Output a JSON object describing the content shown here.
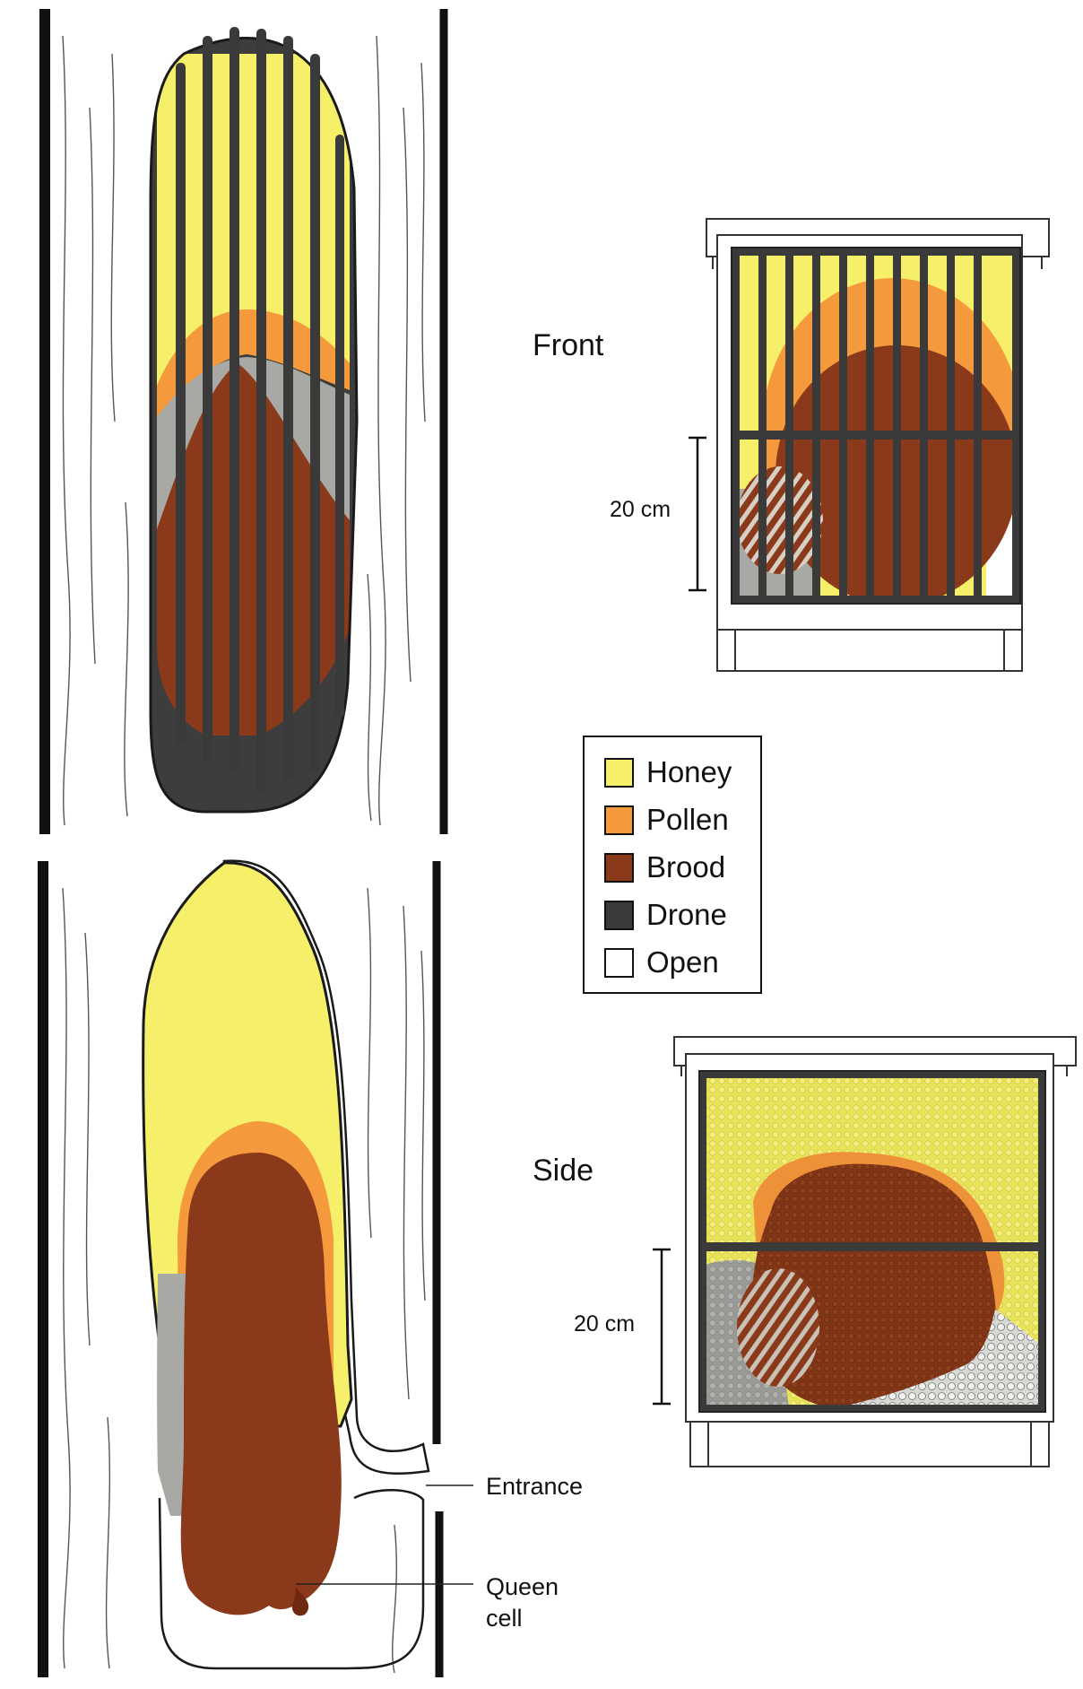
{
  "labels": {
    "front": "Front",
    "side": "Side",
    "scale_front": "20 cm",
    "scale_side": "20 cm",
    "entrance": "Entrance",
    "queen_cell_line1": "Queen",
    "queen_cell_line2": "cell"
  },
  "legend": {
    "items": [
      {
        "label": "Honey",
        "color": "#f5ef6a"
      },
      {
        "label": "Pollen",
        "color": "#f49a3c"
      },
      {
        "label": "Brood",
        "color": "#8a3a1a"
      },
      {
        "label": "Drone",
        "color": "#3a3a3a"
      },
      {
        "label": "Open",
        "color": "#ffffff"
      }
    ]
  },
  "colors": {
    "honey": "#f5ef6a",
    "pollen": "#f49a3c",
    "brood": "#8a3a1a",
    "drone": "#3a3a3a",
    "gray_cells": "#a8a8a4",
    "outline": "#1a1a1a"
  }
}
